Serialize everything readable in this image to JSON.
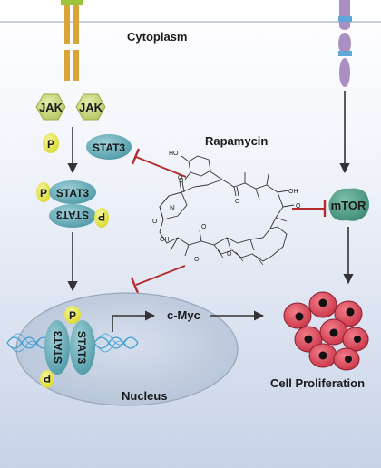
{
  "labels": {
    "cytoplasm": "Cytoplasm",
    "jak_left": "JAK",
    "jak_right": "JAK",
    "p_cyto": "P",
    "stat3_cyto": "STAT3",
    "dimer_p_top": "P",
    "dimer_stat3_top": "STAT3",
    "dimer_stat3_bottom": "STAT3",
    "dimer_p_bottom": "P",
    "rapamycin": "Rapamycin",
    "mtor": "mTOR",
    "nuc_p_top": "P",
    "nuc_stat3_left": "STAT3",
    "nuc_stat3_right": "STAT3",
    "nuc_p_bottom": "P",
    "cmyc": "c-Myc",
    "nucleus": "Nucleus",
    "cell_proliferation": "Cell Proliferation"
  },
  "chemistry": {
    "ho_top": "HO",
    "o_methoxy_top": "O",
    "o_1": "O",
    "o_2": "O",
    "oh_right": "OH",
    "n_ring": "N",
    "o_3": "O",
    "o_4": "O",
    "o_5": "O",
    "oh_left": "OH",
    "o_6": "O",
    "o_7": "O"
  },
  "colors": {
    "background_top": "#ffffff",
    "background_bottom": "#c8d3e8",
    "receptor_jak": "#d9a43a",
    "receptor_mtor": "#a98fc2",
    "receptor_band": "#5ea7d6",
    "jak_fill": "#c9d77a",
    "stat3_fill": "#6fb3be",
    "phospho_fill": "#e8e73a",
    "mtor_fill": "#5ca58f",
    "inhibit_red": "#b52c2c",
    "cell_fill": "#e04b5c",
    "cell_nucleus": "#111111",
    "nucleus_fill": "#c9d4e4",
    "dna_strand": "#3f9fd2"
  }
}
